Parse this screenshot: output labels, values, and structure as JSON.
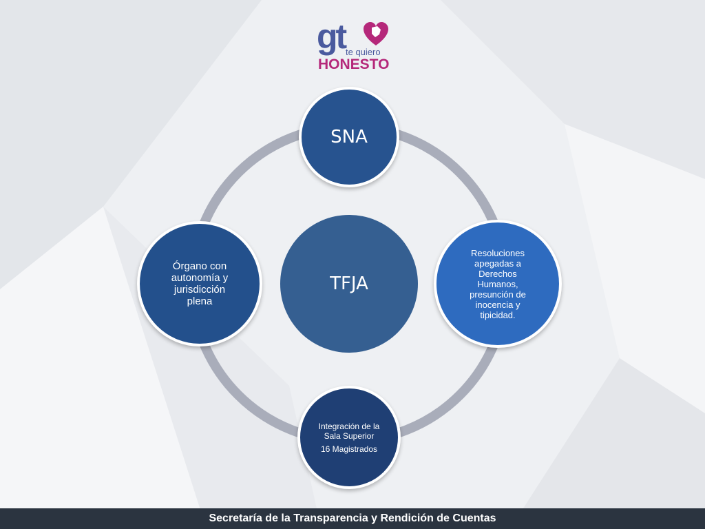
{
  "logo": {
    "mark": "gt",
    "tagline": "te quiero",
    "word": "HONESTO",
    "icon": "heart-map-icon",
    "colors": {
      "blue": "#4a5a9e",
      "magenta": "#b5287a"
    }
  },
  "diagram": {
    "center": {
      "label": "TFJA"
    },
    "nodes": [
      {
        "id": "top",
        "lines": [
          "SNA"
        ]
      },
      {
        "id": "right",
        "lines": [
          "Resoluciones",
          "apegadas a",
          "Derechos",
          "Humanos,",
          "presunción de",
          "inocencia y",
          "tipicidad."
        ]
      },
      {
        "id": "bottom",
        "lines": [
          "Integración de la",
          "Sala Superior"
        ],
        "extra": "16 Magistrados"
      },
      {
        "id": "left",
        "lines": [
          "Órgano con",
          "autonomía y",
          "jurisdicción",
          "plena"
        ]
      }
    ],
    "colors": {
      "center": "#355f91",
      "top": "#27538f",
      "right": "#2e6bbf",
      "bottom": "#1f3f74",
      "left": "#23508c",
      "ring": "#a9adba"
    }
  },
  "footer": {
    "text": "Secretaría de la Transparencia y Rendición de Cuentas"
  }
}
